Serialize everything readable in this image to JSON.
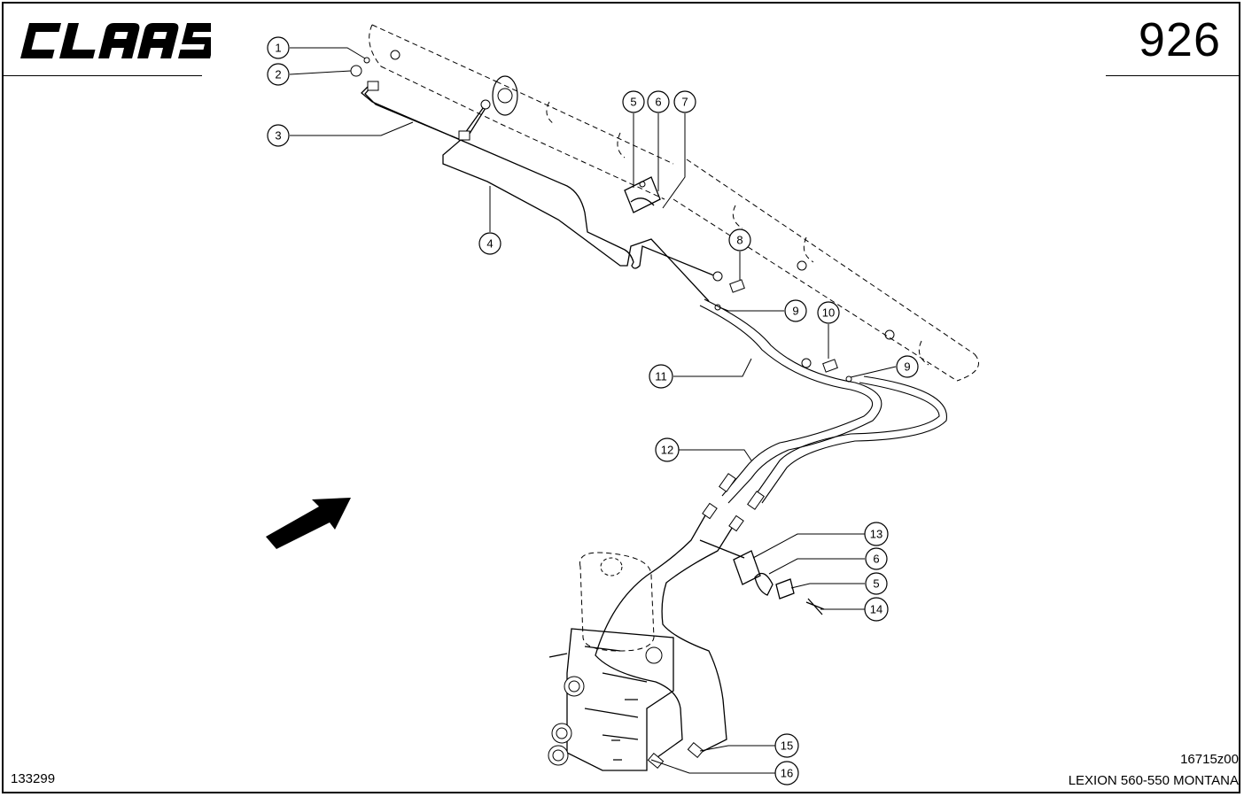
{
  "header": {
    "brand": "CLAAS",
    "page_number": "926"
  },
  "footer": {
    "left_ref": "133299",
    "drawing_number": "16715z00",
    "model": "LEXION 560-550 MONTANA"
  },
  "callouts": [
    "1",
    "2",
    "3",
    "4",
    "5",
    "6",
    "7",
    "8",
    "9",
    "10",
    "11",
    "9",
    "12",
    "13",
    "6",
    "5",
    "14",
    "15",
    "16"
  ]
}
